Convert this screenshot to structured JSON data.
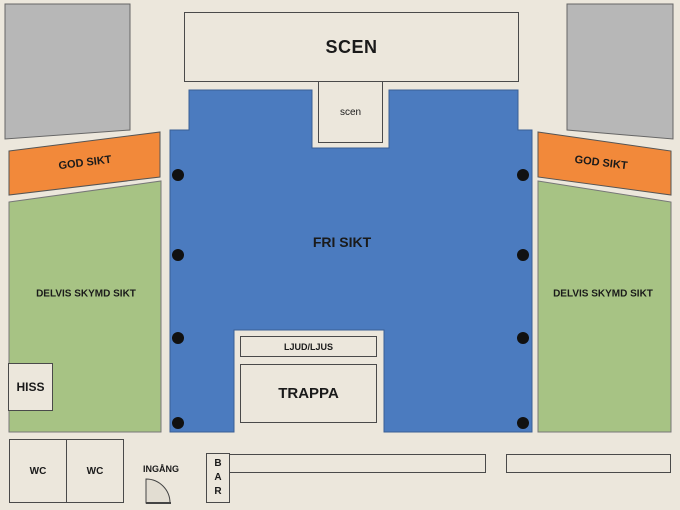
{
  "stage": {
    "title": "SCEN",
    "extension_label": "scen"
  },
  "zones": {
    "free_view": {
      "label": "FRI SIKT",
      "color": "#4b7bbf"
    },
    "good_view_left": {
      "label": "GOD SIKT",
      "color": "#f2893a"
    },
    "good_view_right": {
      "label": "GOD SIKT",
      "color": "#f2893a"
    },
    "partly_blocked_left": {
      "label": "DELVIS SKYMD SIKT",
      "color": "#a7c384"
    },
    "partly_blocked_right": {
      "label": "DELVIS SKYMD SIKT",
      "color": "#a7c384"
    },
    "blocked_color": "#b7b7b7"
  },
  "rooms": {
    "sound_light": "LJUD/LJUS",
    "stairs": "TRAPPA",
    "elevator": "HISS",
    "wc_1": "WC",
    "wc_2": "WC",
    "entrance": "INGÅNG",
    "bar_letters": [
      "B",
      "A",
      "R"
    ]
  }
}
